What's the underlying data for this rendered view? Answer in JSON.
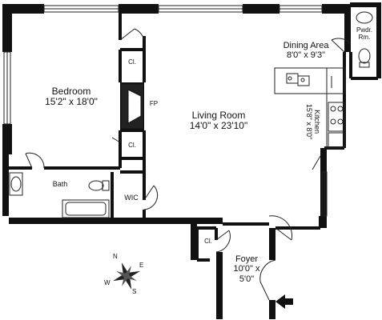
{
  "rooms": {
    "bedroom": {
      "name": "Bedroom",
      "size": "15'2\" x 18'0\""
    },
    "living_room": {
      "name": "Living Room",
      "size": "14'0\" x 23'10\""
    },
    "dining_area": {
      "name": "Dining Area",
      "size": "8'0\" x 9'3\""
    },
    "kitchen": {
      "name": "Kitchen",
      "size": "15'8\" x 8'0\""
    },
    "foyer": {
      "name": "Foyer",
      "size_line1": "10'0\" x",
      "size_line2": "5'0\""
    },
    "powder_room": {
      "line1": "Pwdr.",
      "line2": "Rm."
    },
    "bath": {
      "name": "Bath"
    },
    "wic": {
      "name": "WIC"
    },
    "closet_label": "Cl.",
    "fireplace_label": "FP"
  },
  "compass": {
    "n": "N",
    "e": "E",
    "s": "S",
    "w": "W"
  },
  "colors": {
    "wall": "#111111",
    "line": "#222222",
    "background": "#ffffff"
  }
}
